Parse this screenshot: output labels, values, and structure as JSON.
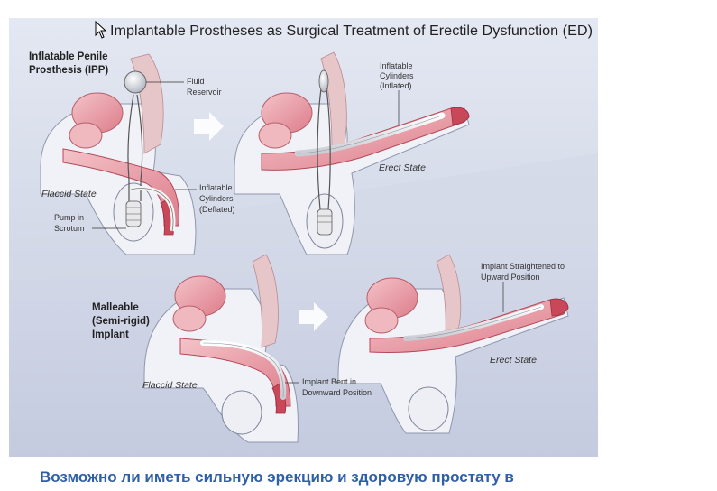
{
  "figure": {
    "title": "Implantable Prostheses as Surgical Treatment of Erectile Dysfunction (ED)",
    "sections": [
      {
        "heading": [
          "Inflatable Penile",
          "Prosthesis (IPP)"
        ],
        "flaccid_label": "Flaccid State",
        "erect_label": "Erect State",
        "callouts": {
          "reservoir": [
            "Fluid",
            "Reservoir"
          ],
          "pump": [
            "Pump in",
            "Scrotum"
          ],
          "cylinders_deflated": [
            "Inflatable",
            "Cylinders",
            "(Deflated)"
          ],
          "cylinders_inflated": [
            "Inflatable",
            "Cylinders",
            "(Inflated)"
          ]
        }
      },
      {
        "heading": [
          "Malleable",
          "(Semi-rigid)",
          "Implant"
        ],
        "flaccid_label": "Flaccid State",
        "erect_label": "Erect State",
        "callouts": {
          "bent": [
            "Implant Bent in",
            "Downward Position"
          ],
          "straight": [
            "Implant Straightened to",
            "Upward Position"
          ]
        }
      }
    ]
  },
  "caption": "Возможно ли иметь сильную эрекцию и здоровую простату в",
  "colors": {
    "background_top": "#dfe4ef",
    "background_bottom": "#c5cce0",
    "skin": "#f2f3f8",
    "tissue_pink": "#e9a4ad",
    "tissue_dark": "#c8485a",
    "implant": "#f1f1f1",
    "caption": "#2f5fa8"
  }
}
